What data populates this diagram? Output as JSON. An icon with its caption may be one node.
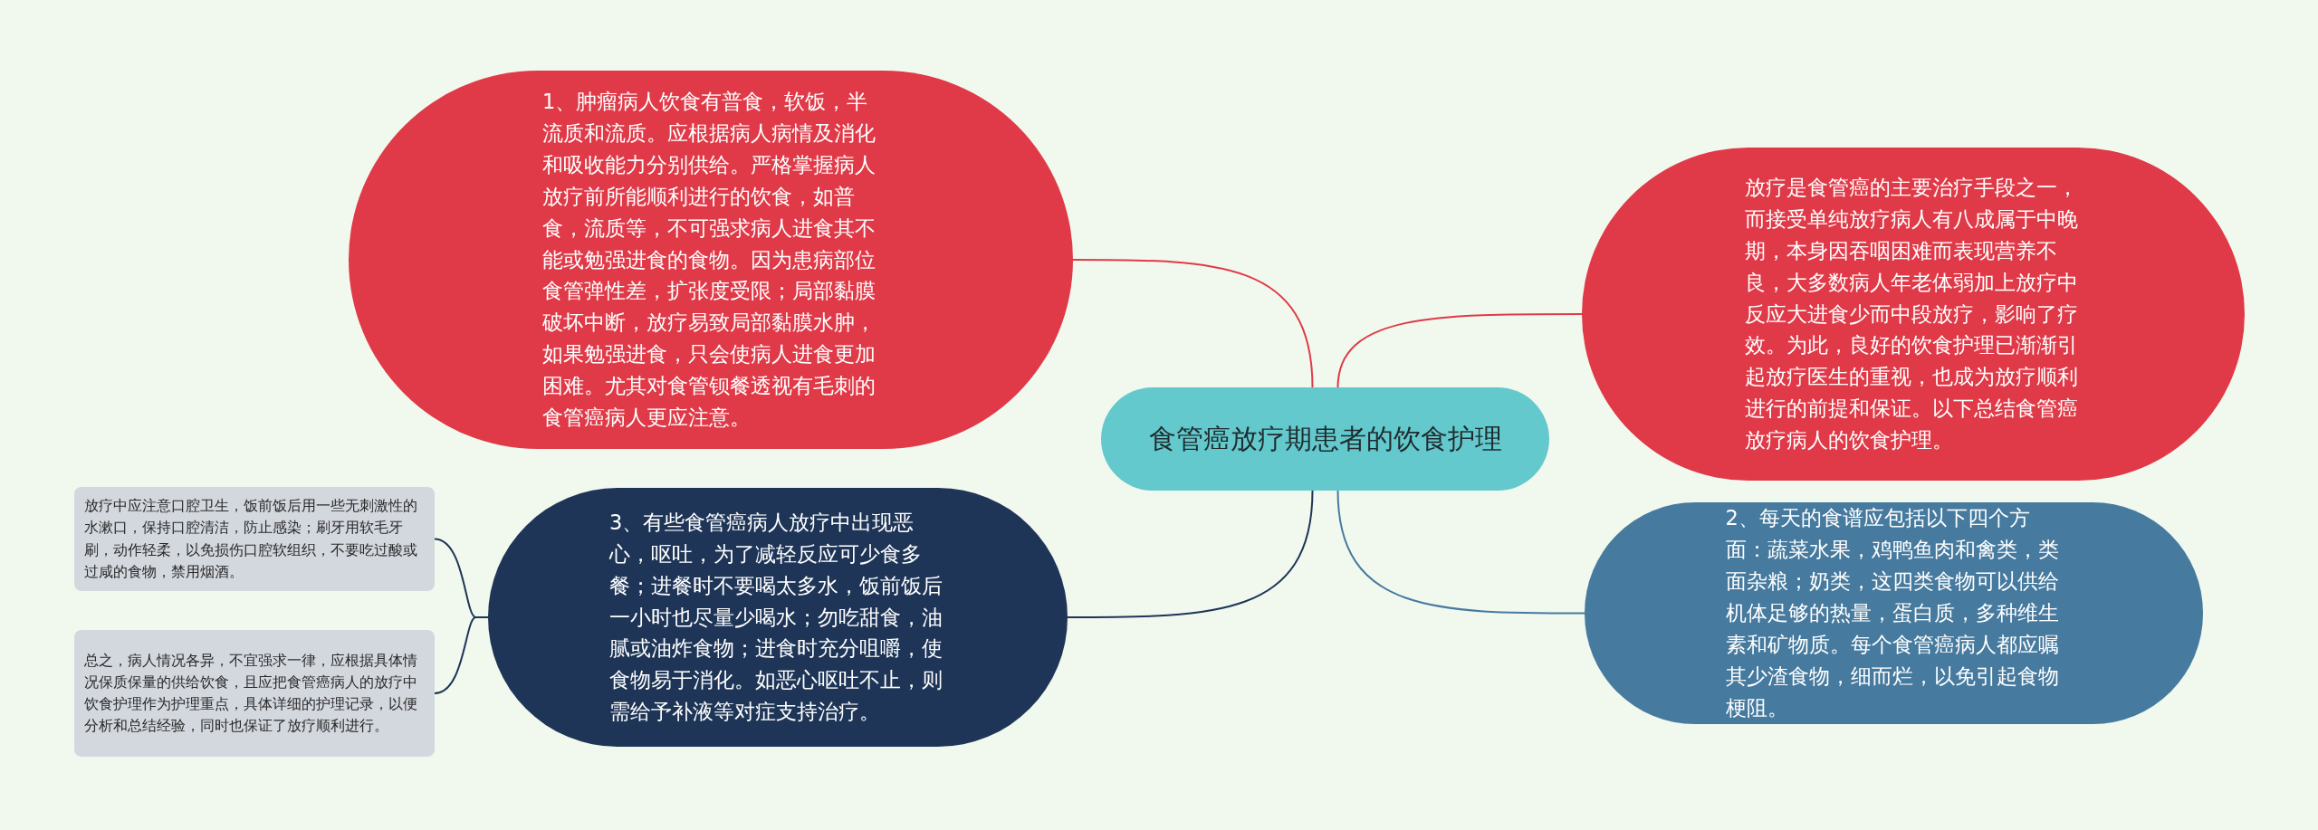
{
  "diagram": {
    "nodes": [
      {
        "text": [
          "食管癌放疗期患者的饮食护理"
        ]
      },
      {
        "text": [
          "1、肿瘤病人饮食有普食，软饭，半流质和流质。应根据病人病情及消化和吸收能力分别供给。严格掌握病人放疗前所能顺利进行的饮食，如普食，流质等，不可强求病人进食其不能或勉强进食的食物。因为患病部位食管弹性差，扩张度受限；局部黏膜破坏中断，放疗易致局部黏膜水肿，如果勉强进食，只会使病人进食更加困难。尤其对食管钡餐透视有毛刺的食管癌病人更应注意。"
        ]
      },
      {
        "text": [
          "放疗是食管癌的主要治疗手段之一，而接受单纯放疗病人有八成属于中晚期，本身因吞咽困难而表现营养不良，大多数病人年老体弱加上放疗中反应大进食少而中段放疗，影响了疗效。为此，良好的饮食护理已渐渐引起放疗医生的重视，也成为放疗顺利进行的前提和保证。以下总结食管癌放疗病人的饮食护理。"
        ]
      },
      {
        "text": [
          "3、有些食管癌病人放疗中出现恶心，呕吐，为了减轻反应可少食多餐；进餐时不要喝太多水，饭前饭后一小时也尽量少喝水；勿吃甜食，油腻或油炸食物；进食时充分咀嚼，使食物易于消化。如恶心呕吐不止，则需给予补液等对症支持治疗。"
        ]
      },
      {
        "text": [
          "2、每天的食谱应包括以下四个方面：蔬菜水果，鸡鸭鱼肉和禽类，类面杂粮；奶类，这四类食物可以供给机体足够的热量，蛋白质，多种维生素和矿物质。每个食管癌病人都应嘱其少渣食物，细而烂，以免引起食物梗阻。"
        ]
      },
      {
        "text": [
          "放疗中应注意口腔卫生，饭前饭后用一些无刺激性的水漱口，保持口腔清洁，防止感染；刷牙用软毛牙刷，动作轻柔，以免损伤口腔软组织，不要吃过酸或过咸的食物，禁用烟酒。"
        ]
      },
      {
        "text": [
          "总之，病人情况各异，不宜强求一律，应根据具体情况保质保量的供给饮食，且应把食管癌病人的放疗中饮食护理作为护理重点，具体详细的护理记录，以便分析和总结经验，同时也保证了放疗顺利进行。"
        ]
      }
    ],
    "edges": [
      {
        "from": 0,
        "to": 1,
        "arrow": "none",
        "color": "#e03a48"
      },
      {
        "from": 0,
        "to": 2,
        "arrow": "none",
        "color": "#e03a48"
      },
      {
        "from": 0,
        "to": 3,
        "arrow": "none",
        "color": "#1e3557"
      },
      {
        "from": 0,
        "to": 4,
        "arrow": "none",
        "color": "#467a9e"
      },
      {
        "from": 3,
        "to": 5,
        "arrow": "none",
        "color": "#1e3557"
      },
      {
        "from": 3,
        "to": 6,
        "arrow": "none",
        "color": "#1e3557"
      }
    ]
  }
}
